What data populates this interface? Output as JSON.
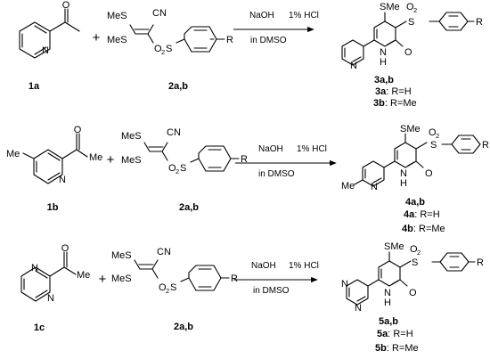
{
  "conditions": {
    "base": "NaOH",
    "solvent": "in DMSO",
    "acid": "1% HCl"
  },
  "symbols": {
    "plus": "+",
    "methylthio": "MeS",
    "methylthio_alt": "SMe",
    "thio_me": "S",
    "sulfonyl_s": "S",
    "sulfonyl_o": "O",
    "two": "2",
    "cyano": "CN",
    "carbonyl_o": "O",
    "ring_n": "N",
    "nh_h": "H",
    "aryl_r": "R",
    "methyl": "Me",
    "methyl_sub": "Me"
  },
  "rows": [
    {
      "ketone_label": "1a",
      "reagent_label": "2a,b",
      "product_label": "3a,b",
      "variant_a": {
        "label": "3a",
        "text": ": R=H"
      },
      "variant_b": {
        "label": "3b",
        "text": ": R=Me"
      }
    },
    {
      "ketone_label": "1b",
      "reagent_label": "2a,b",
      "product_label": "4a,b",
      "variant_a": {
        "label": "4a",
        "text": ": R=H"
      },
      "variant_b": {
        "label": "4b",
        "text": ": R=Me"
      }
    },
    {
      "ketone_label": "1c",
      "reagent_label": "2a,b",
      "product_label": "5a,b",
      "variant_a": {
        "label": "5a",
        "text": ": R=H"
      },
      "variant_b": {
        "label": "5b",
        "text": ": R=Me"
      }
    }
  ]
}
